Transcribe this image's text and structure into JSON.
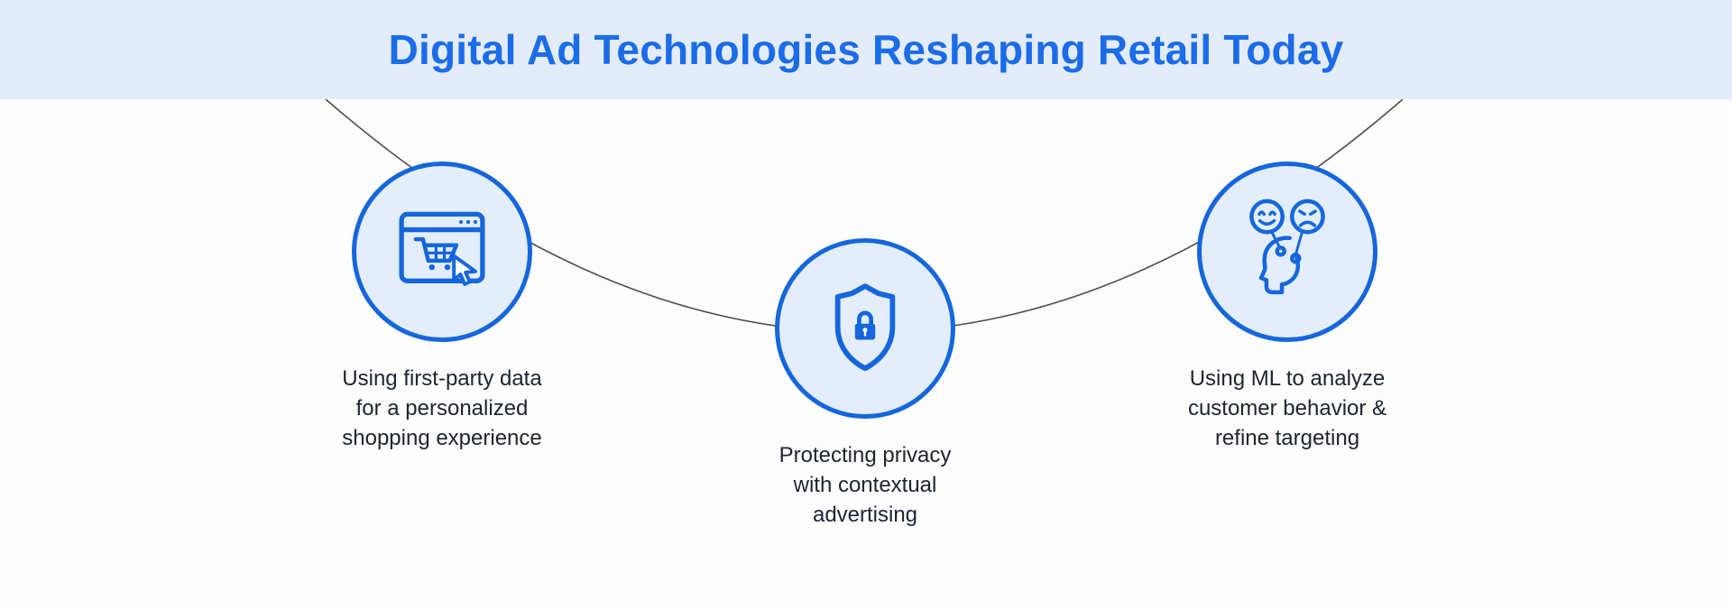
{
  "header": {
    "title": "Digital Ad Technologies Reshaping Retail Today"
  },
  "colors": {
    "accent_blue": "#1566dd",
    "title_blue": "#1a6ce8",
    "header_bg": "#e4ecfb",
    "circle_fill": "#e3edfc",
    "arc_line": "#4d4d4d",
    "label_text": "#1c2430"
  },
  "nodes": [
    {
      "id": "first-party-data",
      "icon": "browser-cart-cursor-icon",
      "label": "Using first-party data for a personalized shopping experience"
    },
    {
      "id": "contextual-privacy",
      "icon": "shield-lock-icon",
      "label": "Protecting privacy with contextual advertising"
    },
    {
      "id": "ml-targeting",
      "icon": "head-sentiment-faces-icon",
      "label": "Using ML to analyze customer behavior & refine targeting"
    }
  ]
}
